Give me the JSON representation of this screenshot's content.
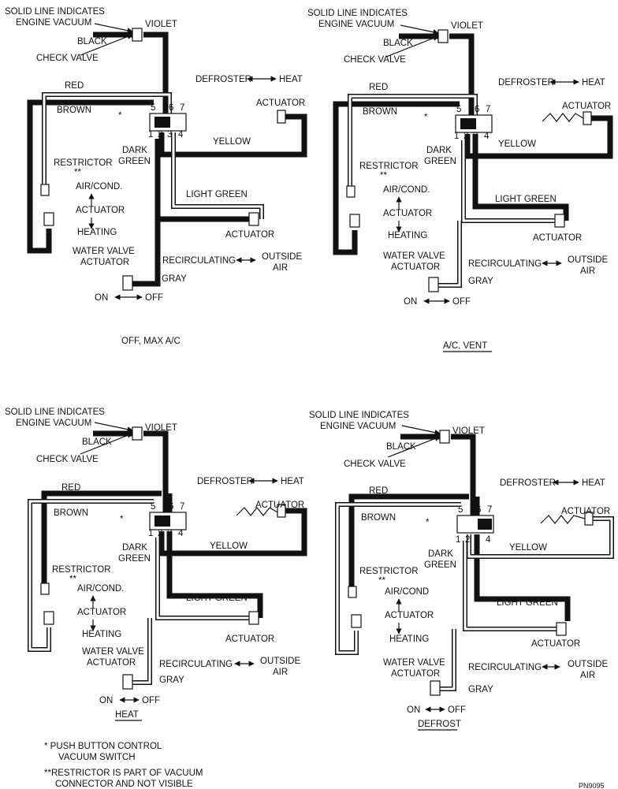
{
  "diagram": {
    "solid_line_label": [
      "SOLID LINE INDICATES",
      "ENGINE VACUUM"
    ],
    "labels": {
      "violet": "VIOLET",
      "black": "BLACK",
      "check_valve": "CHECK VALVE",
      "red": "RED",
      "brown": "BROWN",
      "defroster": "DEFROSTER",
      "heat": "HEAT",
      "actuator": "ACTUATOR",
      "yellow": "YELLOW",
      "dark_green": [
        "DARK",
        "GREEN"
      ],
      "restrictor": "RESTRICTOR",
      "double_star": "**",
      "star": "*",
      "air_cond": "AIR/COND.",
      "air_cond_alt": "AIR/COND",
      "heating": "HEATING",
      "light_green": "LIGHT GREEN",
      "water_valve_actuator": [
        "WATER VALVE",
        "ACTUATOR"
      ],
      "recirculating": "RECIRCULATING",
      "outside_air": [
        "OUTSIDE",
        "AIR"
      ],
      "gray": "GRAY",
      "on": "ON",
      "off": "OFF",
      "port_numbers": [
        "5",
        "6",
        "7",
        "1",
        "2",
        "3",
        "4"
      ]
    },
    "panels": [
      {
        "caption": "OFF, MAX A/C"
      },
      {
        "caption": "A/C, VENT"
      },
      {
        "caption": "HEAT"
      },
      {
        "caption": "DEFROST"
      }
    ],
    "footnotes": [
      [
        "* PUSH BUTTON CONTROL",
        "VACUUM SWITCH"
      ],
      [
        "**RESTRICTOR IS PART OF VACUUM",
        "CONNECTOR AND NOT VISIBLE"
      ]
    ],
    "corner_code": "PN9095"
  }
}
